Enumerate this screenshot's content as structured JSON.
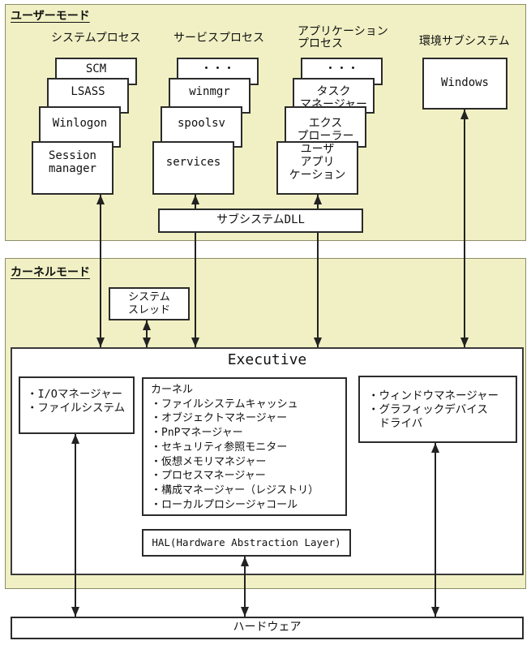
{
  "colors": {
    "section_bg": "#F0F0C4",
    "section_border": "#8E8E66",
    "box_border": "#2B2B2B",
    "arrow": "#222222"
  },
  "sections": {
    "user_mode": {
      "title": "ユーザーモード"
    },
    "kernel_mode": {
      "title": "カーネルモード"
    }
  },
  "stacks": {
    "system": {
      "header": "システムプロセス",
      "items": [
        "SCM",
        "LSASS",
        "Winlogon",
        "Session\nmanager"
      ]
    },
    "service": {
      "header": "サービスプロセス",
      "items": [
        "・・・",
        "winmgr",
        "spoolsv",
        "services"
      ]
    },
    "application": {
      "header": "アプリケーション\nプロセス",
      "items": [
        "・・・",
        "タスク\nマネージャー",
        "エクス\nプローラー",
        "ユーザ\nアプリ\nケーション"
      ]
    },
    "environment": {
      "header": "環境サブシステム",
      "items": [
        "Windows"
      ]
    }
  },
  "subsystem_dll": {
    "label": "サブシステムDLL"
  },
  "system_thread": {
    "label": "システム\nスレッド"
  },
  "executive": {
    "title": "Executive",
    "io_box": {
      "lines": [
        "・I/Oマネージャー",
        "・ファイルシステム"
      ]
    },
    "kernel_box": {
      "lines": [
        "カーネル",
        "・ファイルシステムキャッシュ",
        "・オブジェクトマネージャー",
        "・PnPマネージャー",
        "・セキュリティ参照モニター",
        "・仮想メモリマネジャー",
        "・プロセスマネージャー",
        "・構成マネージャー（レジストリ）",
        "・ローカルプロシージャコール"
      ]
    },
    "window_box": {
      "lines": [
        "・ウィンドウマネージャー",
        "・グラフィックデバイス",
        "　ドライバ"
      ]
    },
    "hal": {
      "label": "HAL(Hardware Abstraction Layer)"
    }
  },
  "hardware": {
    "label": "ハードウェア"
  }
}
